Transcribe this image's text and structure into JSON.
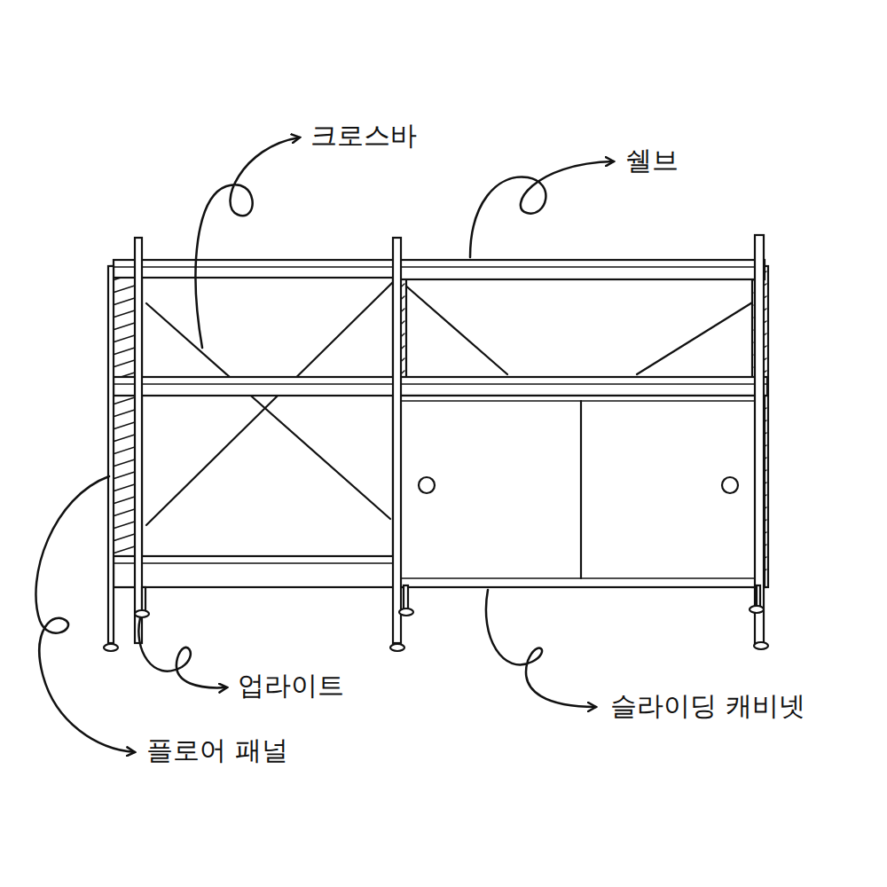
{
  "diagram": {
    "labels": [
      "크로스바",
      "쉘브",
      "플로어 패널",
      "업라이트",
      "슬라이딩 캐비넷"
    ]
  }
}
